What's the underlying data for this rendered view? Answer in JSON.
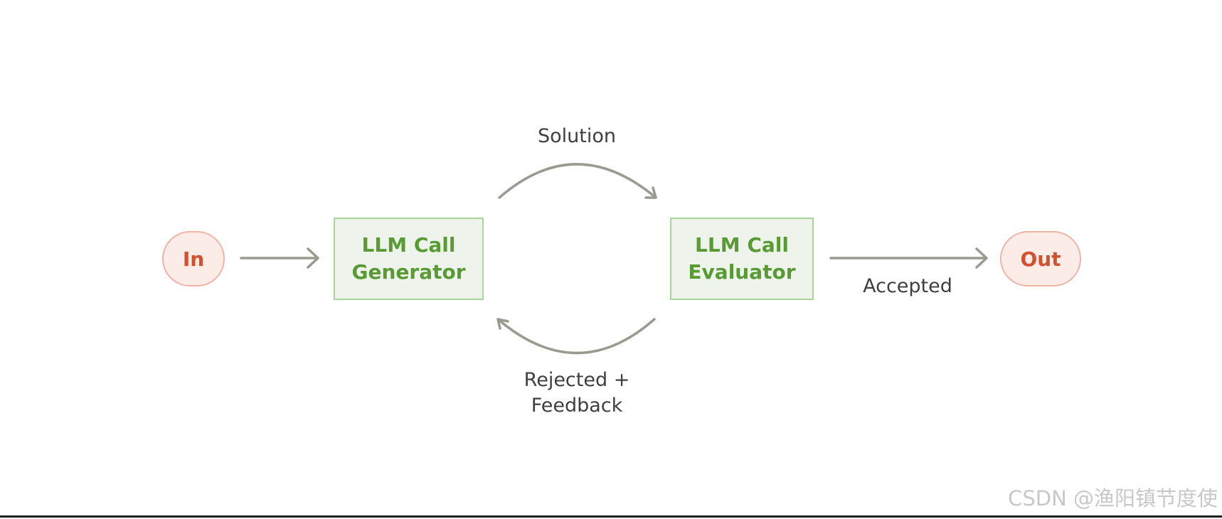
{
  "colors": {
    "terminal_fill": "#fbece8",
    "terminal_border": "#f0b3a6",
    "terminal_text": "#d1512f",
    "llm_fill": "#eef4eb",
    "llm_border": "#a9d49a",
    "llm_text": "#5a9a35",
    "arrow": "#9a9a90",
    "label_text": "#3f3f3f",
    "watermark": "#c8c8c8"
  },
  "nodes": {
    "input": "In",
    "output": "Out",
    "generator": {
      "line1": "LLM Call",
      "line2": "Generator"
    },
    "evaluator": {
      "line1": "LLM Call",
      "line2": "Evaluator"
    }
  },
  "edges": {
    "solution": "Solution",
    "accepted": "Accepted",
    "rejected": {
      "line1": "Rejected +",
      "line2": "Feedback"
    }
  },
  "watermark": "CSDN @渔阳镇节度使"
}
